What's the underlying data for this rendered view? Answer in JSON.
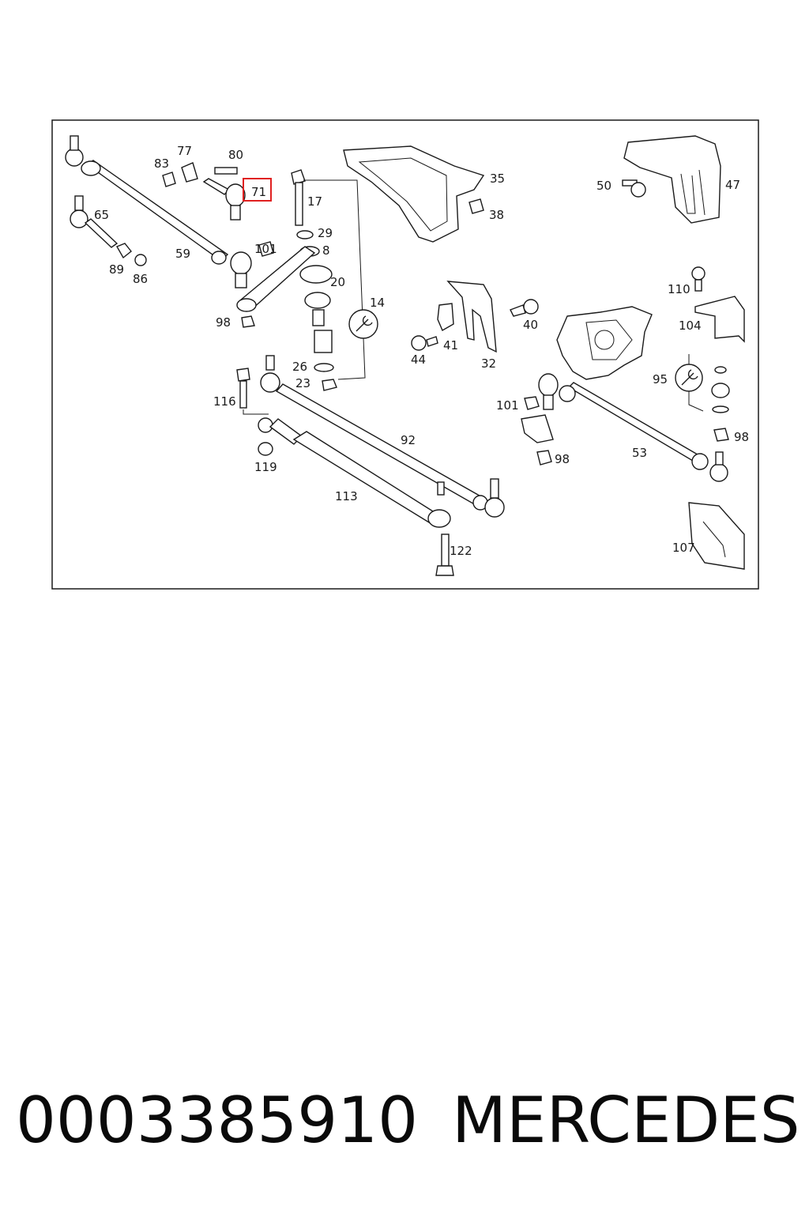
{
  "callouts": [
    "83",
    "77",
    "80",
    "71",
    "17",
    "35",
    "38",
    "50",
    "47",
    "65",
    "59",
    "89",
    "86",
    "101",
    "29",
    "8",
    "20",
    "14",
    "98",
    "110",
    "104",
    "40",
    "41",
    "44",
    "32",
    "26",
    "23",
    "116",
    "92",
    "95",
    "101",
    "98",
    "119",
    "113",
    "98",
    "53",
    "122",
    "107"
  ],
  "highlight": {
    "label": "71",
    "color": "#e02020"
  },
  "footer": {
    "part_number": "0003385910",
    "brand": "MERCEDES"
  },
  "colors": {
    "ink": "#1a1a1a",
    "background": "#ffffff"
  }
}
